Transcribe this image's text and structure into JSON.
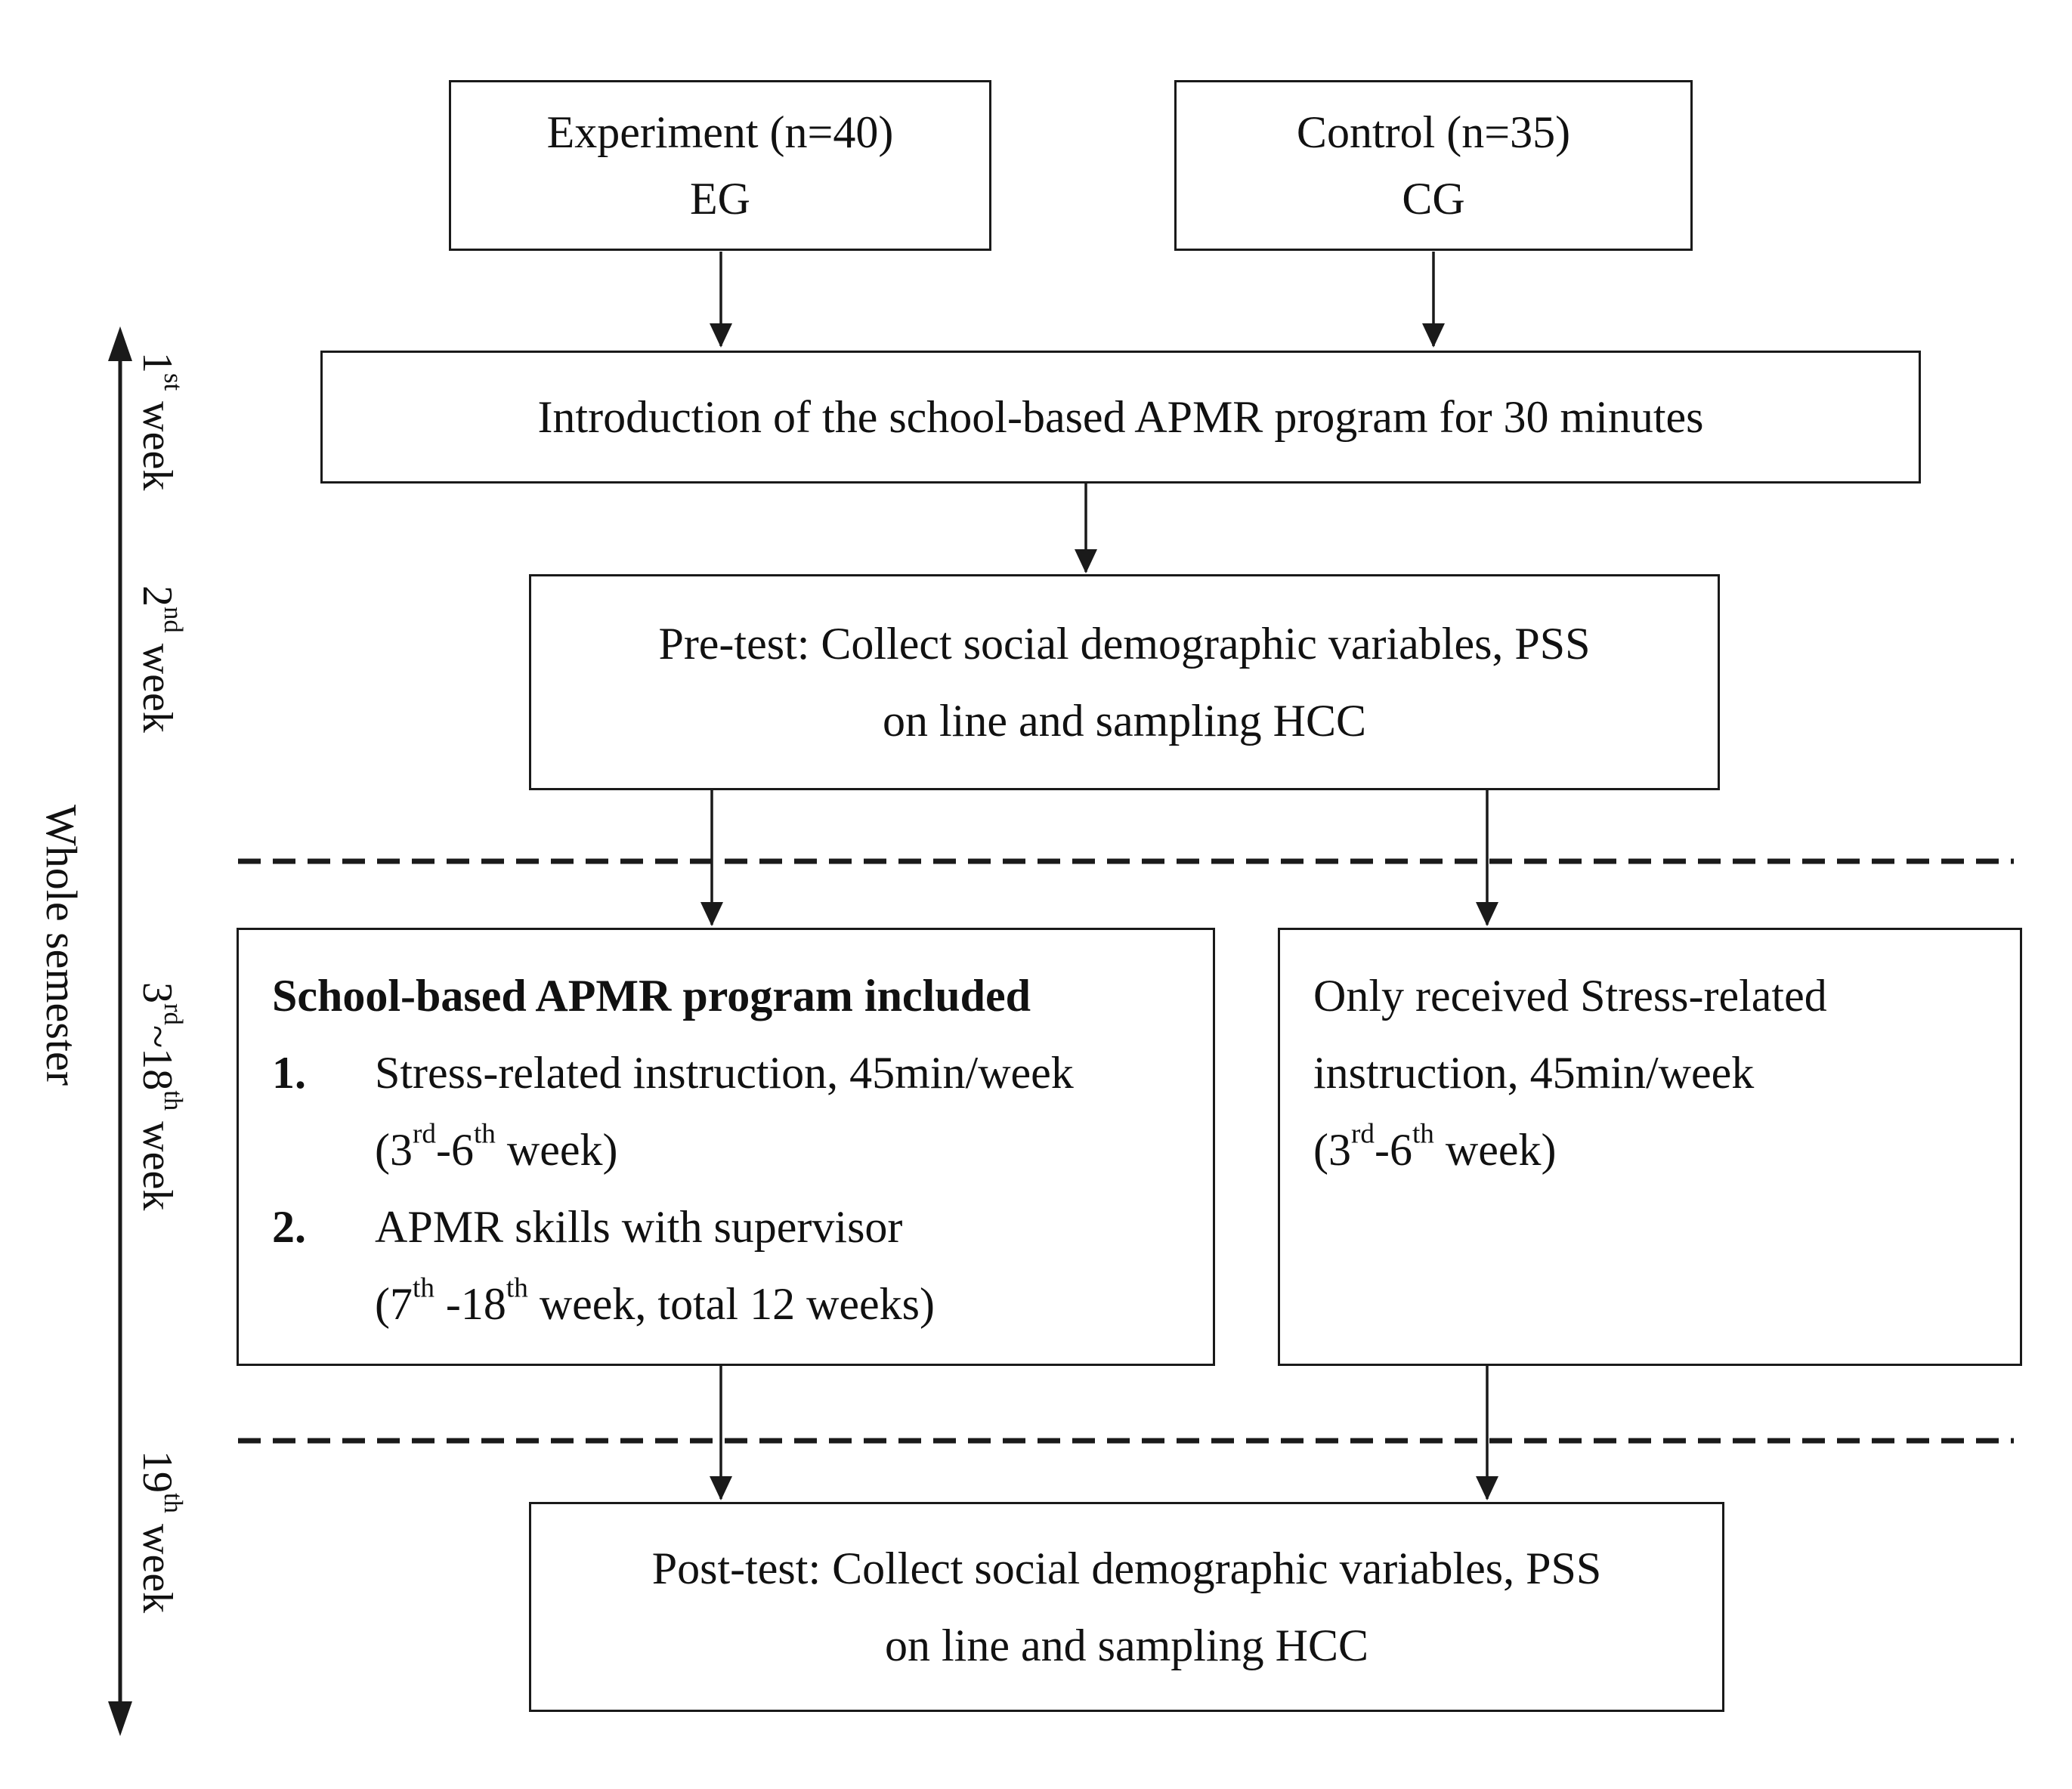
{
  "groups": {
    "experiment": {
      "line1": "Experiment (n=40)",
      "line2": "EG"
    },
    "control": {
      "line1": "Control (n=35)",
      "line2": "CG"
    }
  },
  "steps": {
    "introduction": "Introduction of the school-based APMR program for 30 minutes",
    "pretest": {
      "line1": "Pre-test: Collect social demographic variables, PSS",
      "line2": "on line and sampling HCC"
    },
    "posttest": {
      "line1": "Post-test: Collect social demographic variables, PSS",
      "line2": "on line and sampling HCC"
    }
  },
  "experiment_arm": {
    "heading": "School-based APMR program included",
    "items": [
      {
        "number": "1.",
        "line1": "Stress-related instruction, 45min/week",
        "line2_pre": "(3",
        "line2_sup1": "rd",
        "line2_mid": "-6",
        "line2_sup2": "th",
        "line2_post": " week)"
      },
      {
        "number": "2.",
        "line1": "APMR skills with supervisor",
        "line2_pre": "(7",
        "line2_sup1": "th",
        "line2_mid": " -18",
        "line2_sup2": "th",
        "line2_post": " week, total 12 weeks)"
      }
    ]
  },
  "control_arm": {
    "line1": "Only received Stress-related",
    "line2": "instruction, 45min/week",
    "line3_pre": "(3",
    "line3_sup1": "rd",
    "line3_mid": "-6",
    "line3_sup2": "th",
    "line3_post": " week)"
  },
  "timeline": {
    "whole_label": "Whole semester",
    "phases": [
      {
        "base": "1",
        "sup": "st",
        "rest": " week"
      },
      {
        "base": "2",
        "sup": "nd",
        "rest": " week"
      },
      {
        "base": "3",
        "sup": "rd",
        "mid": "~18",
        "sup2": "th",
        "rest": " week"
      },
      {
        "base": "19",
        "sup": "th",
        "rest": " week"
      }
    ]
  }
}
